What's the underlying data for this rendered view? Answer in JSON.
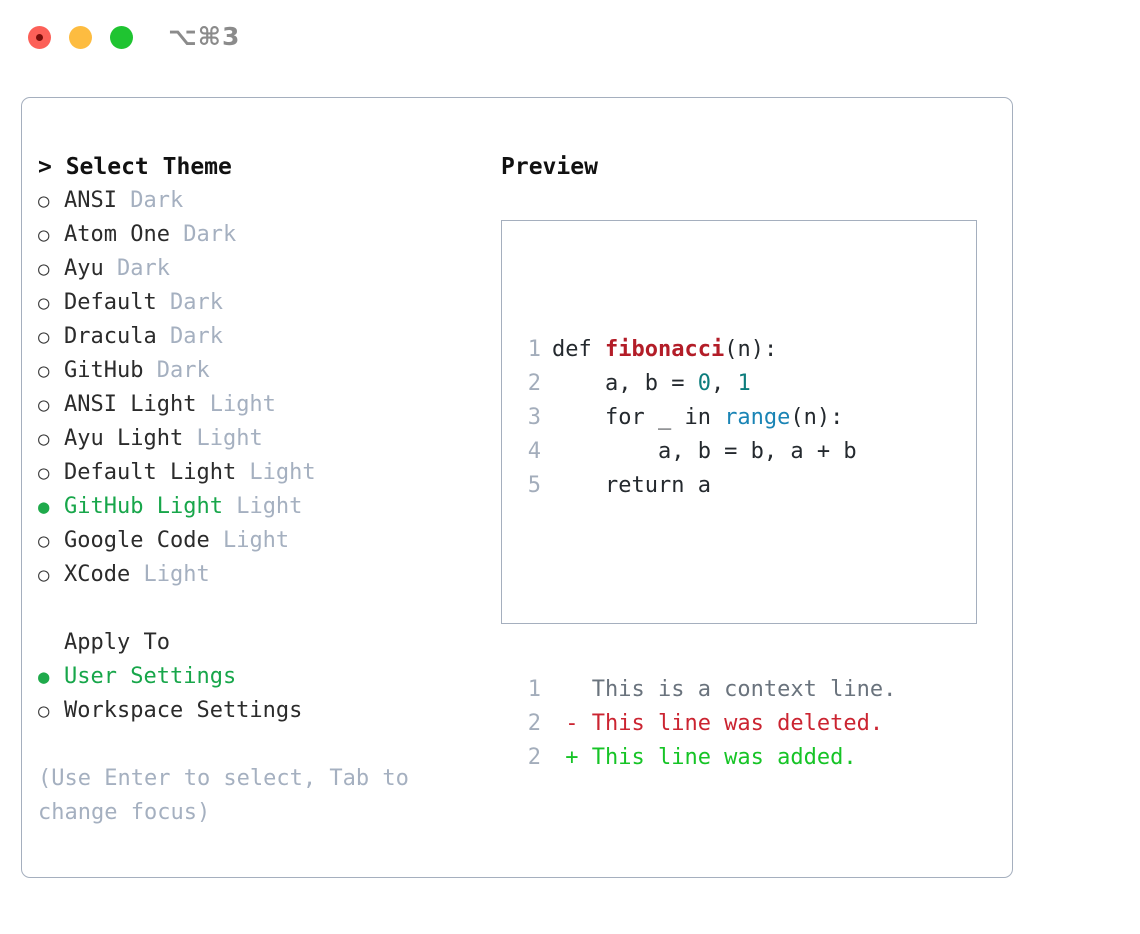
{
  "titlebar": {
    "shortcut": "⌥⌘3",
    "lights": [
      "close",
      "minimize",
      "zoom"
    ]
  },
  "theme_list": {
    "header": "> Select Theme",
    "items": [
      {
        "marker": "○",
        "name": "ANSI",
        "variant": "Dark",
        "selected": false
      },
      {
        "marker": "○",
        "name": "Atom One",
        "variant": "Dark",
        "selected": false
      },
      {
        "marker": "○",
        "name": "Ayu",
        "variant": "Dark",
        "selected": false
      },
      {
        "marker": "○",
        "name": "Default",
        "variant": "Dark",
        "selected": false
      },
      {
        "marker": "○",
        "name": "Dracula",
        "variant": "Dark",
        "selected": false
      },
      {
        "marker": "○",
        "name": "GitHub",
        "variant": "Dark",
        "selected": false
      },
      {
        "marker": "○",
        "name": "ANSI Light",
        "variant": "Light",
        "selected": false
      },
      {
        "marker": "○",
        "name": "Ayu Light",
        "variant": "Light",
        "selected": false
      },
      {
        "marker": "○",
        "name": "Default Light",
        "variant": "Light",
        "selected": false
      },
      {
        "marker": "●",
        "name": "GitHub Light",
        "variant": "Light",
        "selected": true
      },
      {
        "marker": "○",
        "name": "Google Code",
        "variant": "Light",
        "selected": false
      },
      {
        "marker": "○",
        "name": "XCode",
        "variant": "Light",
        "selected": false
      }
    ]
  },
  "apply_to": {
    "header": "Apply To",
    "items": [
      {
        "marker": "●",
        "name": "User Settings",
        "selected": true
      },
      {
        "marker": "○",
        "name": "Workspace Settings",
        "selected": false
      }
    ]
  },
  "hint": "(Use Enter to select, Tab to change focus)",
  "preview": {
    "title": "Preview",
    "code_lines": [
      {
        "ln": "1",
        "tokens": [
          {
            "t": "def ",
            "c": "kw"
          },
          {
            "t": "fibonacci",
            "c": "fn"
          },
          {
            "t": "(n):",
            "c": "plain"
          }
        ]
      },
      {
        "ln": "2",
        "tokens": [
          {
            "t": "    a, b = ",
            "c": "plain"
          },
          {
            "t": "0",
            "c": "num"
          },
          {
            "t": ", ",
            "c": "plain"
          },
          {
            "t": "1",
            "c": "num"
          }
        ]
      },
      {
        "ln": "3",
        "tokens": [
          {
            "t": "    for _ in ",
            "c": "kw"
          },
          {
            "t": "range",
            "c": "call"
          },
          {
            "t": "(n):",
            "c": "plain"
          }
        ]
      },
      {
        "ln": "4",
        "tokens": [
          {
            "t": "        a, b = b, a + b",
            "c": "plain"
          }
        ]
      },
      {
        "ln": "5",
        "tokens": [
          {
            "t": "    return a",
            "c": "kw"
          }
        ]
      }
    ],
    "diff_lines": [
      {
        "ln": "1",
        "tokens": [
          {
            "t": "   This is a context line.",
            "c": "ctx"
          }
        ]
      },
      {
        "ln": "2",
        "tokens": [
          {
            "t": " - This line was deleted.",
            "c": "del"
          }
        ]
      },
      {
        "ln": "2",
        "tokens": [
          {
            "t": " + This line was added.",
            "c": "add"
          }
        ]
      }
    ]
  },
  "colors": {
    "border": "#a5afbe",
    "accent_green": "#17a64a",
    "muted": "#a5b0c0",
    "diff_add": "#16c426",
    "diff_del": "#cb2431",
    "function_red": "#b31d28",
    "number_teal": "#0d7d7d",
    "call_blue": "#1a84b5"
  }
}
